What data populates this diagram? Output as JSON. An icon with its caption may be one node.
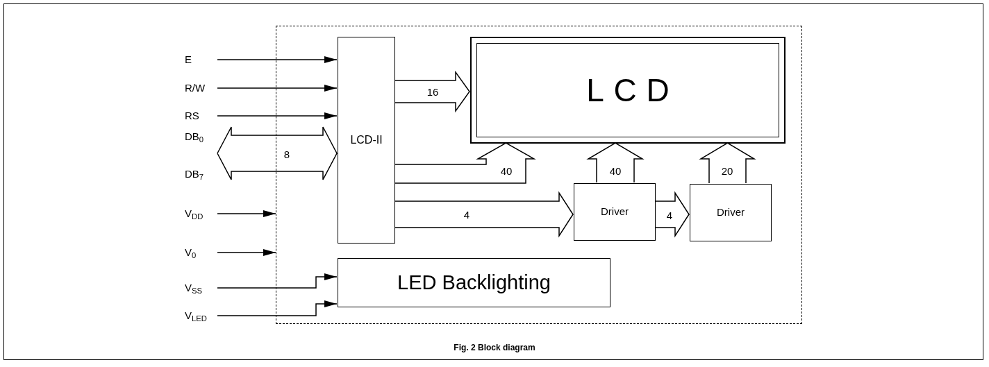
{
  "diagram": {
    "caption": "Fig. 2 Block diagram",
    "nodes": [
      {
        "text": [],
        "shape": "box"
      },
      {
        "text": [
          "LCD-II"
        ],
        "in": 0
      },
      {
        "text": [
          "LCD"
        ],
        "in": 0
      },
      {
        "text": [
          "Driver"
        ],
        "in": 0
      },
      {
        "text": [
          "Driver"
        ],
        "in": 0
      },
      {
        "text": [
          "LED Backlighting"
        ],
        "in": 0
      },
      {
        "text": [
          "E"
        ]
      },
      {
        "text": [
          "R/W"
        ]
      },
      {
        "text": [
          "RS"
        ]
      },
      {
        "text": [
          "DB$_{0}$"
        ]
      },
      {
        "text": [
          "DB$_{7}$"
        ]
      },
      {
        "text": [
          "V$_{DD}$"
        ]
      },
      {
        "text": [
          "V$_{0}$"
        ]
      },
      {
        "text": [
          "V$_{SS}$"
        ]
      },
      {
        "text": [
          "V$_{LED}$"
        ]
      }
    ],
    "edges": [
      {
        "from": 6,
        "to": 1,
        "arrow": "to"
      },
      {
        "from": 7,
        "to": 1,
        "arrow": "to"
      },
      {
        "from": 8,
        "to": 1,
        "arrow": "to"
      },
      {
        "from": null,
        "to": 1,
        "arrow": "both",
        "label": "8",
        "style": "thick"
      },
      {
        "from": 11,
        "to": 0,
        "arrow": "to"
      },
      {
        "from": 12,
        "to": 0,
        "arrow": "to"
      },
      {
        "from": 13,
        "to": 5,
        "arrow": "to"
      },
      {
        "from": 14,
        "to": 5,
        "arrow": "to"
      },
      {
        "from": 1,
        "to": 2,
        "arrow": "to",
        "label": "16",
        "style": "thick"
      },
      {
        "from": 1,
        "to": 2,
        "arrow": "to",
        "label": "40",
        "style": "thick"
      },
      {
        "from": 1,
        "to": 3,
        "arrow": "to",
        "label": "4",
        "style": "thick"
      },
      {
        "from": 3,
        "to": 2,
        "arrow": "to",
        "label": "40",
        "style": "thick"
      },
      {
        "from": 4,
        "to": 2,
        "arrow": "to",
        "label": "20",
        "style": "thick"
      },
      {
        "from": 3,
        "to": 4,
        "arrow": "to",
        "label": "4",
        "style": "thick"
      }
    ]
  }
}
